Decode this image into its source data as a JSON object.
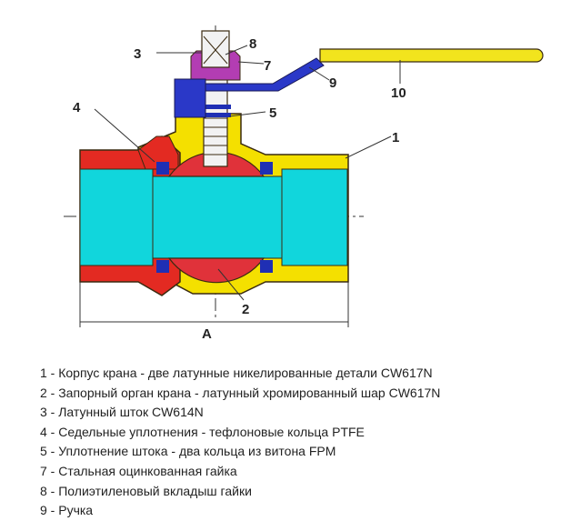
{
  "diagram": {
    "callouts": [
      "1",
      "2",
      "3",
      "4",
      "5",
      "7",
      "8",
      "9",
      "10"
    ],
    "dimension_label": "A",
    "colors": {
      "body_brass": "#f4e000",
      "body_red": "#e32a22",
      "bore_cyan": "#11d6dc",
      "ball_red": "#e0323a",
      "seal_blue": "#1f2fb4",
      "nut_purple": "#b33db3",
      "lever_blue": "#2a38c8",
      "handle_yellow": "#f2e41d",
      "outline": "#3a2a10"
    }
  },
  "legend": [
    "1 - Корпус крана - две латунные никелированные детали CW617N",
    "2 - Запорный орган крана - латунный хромированный шар CW617N",
    "3 - Латунный шток CW614N",
    "4 - Седельные уплотнения - тефлоновые кольца PTFE",
    "5 - Уплотнение штока - два кольца из витона FPM",
    "7 - Стальная оцинкованная гайка",
    "8 - Полиэтиленовый вкладыш гайки",
    "9 - Ручка"
  ]
}
